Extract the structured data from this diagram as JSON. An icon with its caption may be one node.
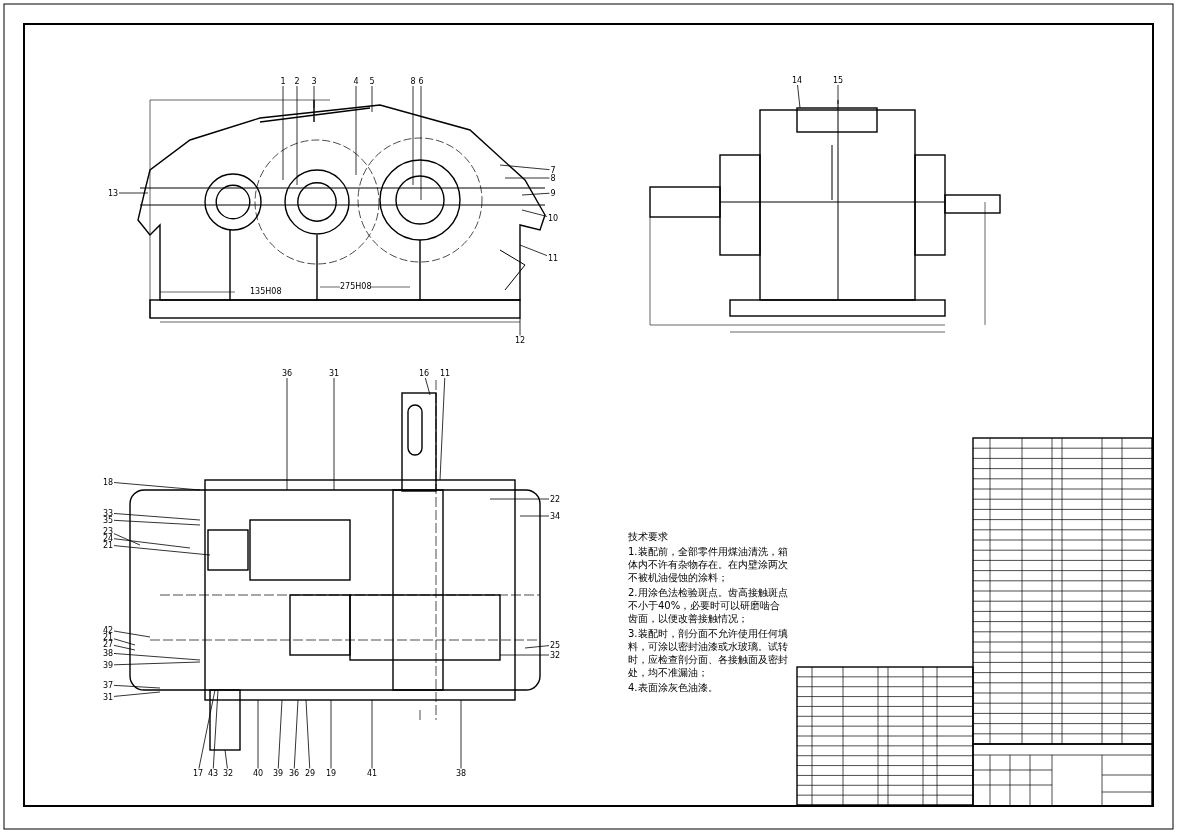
{
  "diagram": {
    "nodes": [
      {
        "text": [
          "1"
        ]
      },
      {
        "text": [
          "2"
        ]
      },
      {
        "text": [
          "3"
        ]
      },
      {
        "text": [
          "4"
        ]
      },
      {
        "text": [
          "5"
        ]
      },
      {
        "text": [
          "8"
        ]
      },
      {
        "text": [
          "6"
        ]
      },
      {
        "text": [
          "7"
        ]
      },
      {
        "text": [
          "8"
        ]
      },
      {
        "text": [
          "9"
        ]
      },
      {
        "text": [
          "10"
        ]
      },
      {
        "text": [
          "11"
        ]
      },
      {
        "text": [
          "12"
        ]
      },
      {
        "text": [
          "13"
        ]
      },
      {
        "text": [
          "14"
        ]
      },
      {
        "text": [
          "15"
        ]
      },
      {
        "text": [
          "36"
        ]
      },
      {
        "text": [
          "31"
        ]
      },
      {
        "text": [
          "16"
        ]
      },
      {
        "text": [
          "11"
        ]
      },
      {
        "text": [
          "18"
        ]
      },
      {
        "text": [
          "33"
        ]
      },
      {
        "text": [
          "35"
        ]
      },
      {
        "text": [
          "23"
        ]
      },
      {
        "text": [
          "24"
        ]
      },
      {
        "text": [
          "21"
        ]
      },
      {
        "text": [
          "42"
        ]
      },
      {
        "text": [
          "21"
        ]
      },
      {
        "text": [
          "27"
        ]
      },
      {
        "text": [
          "38"
        ]
      },
      {
        "text": [
          "39"
        ]
      },
      {
        "text": [
          "37"
        ]
      },
      {
        "text": [
          "31"
        ]
      },
      {
        "text": [
          "22"
        ]
      },
      {
        "text": [
          "34"
        ]
      },
      {
        "text": [
          "25"
        ]
      },
      {
        "text": [
          "32"
        ]
      },
      {
        "text": [
          "17"
        ]
      },
      {
        "text": [
          "43"
        ]
      },
      {
        "text": [
          "32"
        ]
      },
      {
        "text": [
          "40"
        ]
      },
      {
        "text": [
          "39"
        ]
      },
      {
        "text": [
          "36"
        ]
      },
      {
        "text": [
          "29"
        ]
      },
      {
        "text": [
          "19"
        ]
      },
      {
        "text": [
          "41"
        ]
      },
      {
        "text": [
          "38"
        ]
      }
    ],
    "edges": [
      {
        "from": 0,
        "to": null,
        "arrow": "none"
      },
      {
        "from": 1,
        "to": null,
        "arrow": "none"
      },
      {
        "from": 2,
        "to": null,
        "arrow": "none"
      },
      {
        "from": 3,
        "to": null,
        "arrow": "none"
      },
      {
        "from": 4,
        "to": null,
        "arrow": "none"
      },
      {
        "from": 5,
        "to": null,
        "arrow": "none"
      },
      {
        "from": 6,
        "to": null,
        "arrow": "none"
      },
      {
        "from": 7,
        "to": null,
        "arrow": "none"
      },
      {
        "from": 8,
        "to": null,
        "arrow": "none"
      },
      {
        "from": 9,
        "to": null,
        "arrow": "none"
      },
      {
        "from": 10,
        "to": null,
        "arrow": "none"
      },
      {
        "from": 11,
        "to": null,
        "arrow": "none"
      },
      {
        "from": 12,
        "to": null,
        "arrow": "none"
      },
      {
        "from": 13,
        "to": null,
        "arrow": "none"
      },
      {
        "from": 14,
        "to": null,
        "arrow": "none"
      },
      {
        "from": 15,
        "to": null,
        "arrow": "none"
      },
      {
        "from": 16,
        "to": null,
        "arrow": "none"
      },
      {
        "from": 17,
        "to": null,
        "arrow": "none"
      },
      {
        "from": 18,
        "to": null,
        "arrow": "none"
      },
      {
        "from": 19,
        "to": null,
        "arrow": "none"
      },
      {
        "from": 20,
        "to": null,
        "arrow": "none"
      },
      {
        "from": 21,
        "to": null,
        "arrow": "none"
      },
      {
        "from": 22,
        "to": null,
        "arrow": "none"
      },
      {
        "from": 23,
        "to": null,
        "arrow": "none"
      },
      {
        "from": 24,
        "to": null,
        "arrow": "none"
      },
      {
        "from": 25,
        "to": null,
        "arrow": "none"
      },
      {
        "from": 26,
        "to": null,
        "arrow": "none"
      },
      {
        "from": 27,
        "to": null,
        "arrow": "none"
      },
      {
        "from": 28,
        "to": null,
        "arrow": "none"
      },
      {
        "from": 29,
        "to": null,
        "arrow": "none"
      },
      {
        "from": 30,
        "to": null,
        "arrow": "none"
      },
      {
        "from": 31,
        "to": null,
        "arrow": "none"
      },
      {
        "from": 32,
        "to": null,
        "arrow": "none"
      },
      {
        "from": 33,
        "to": null,
        "arrow": "none"
      },
      {
        "from": 34,
        "to": null,
        "arrow": "none"
      },
      {
        "from": 35,
        "to": null,
        "arrow": "none"
      },
      {
        "from": 36,
        "to": null,
        "arrow": "none"
      },
      {
        "from": 37,
        "to": null,
        "arrow": "none"
      },
      {
        "from": 38,
        "to": null,
        "arrow": "none"
      },
      {
        "from": 39,
        "to": null,
        "arrow": "none"
      },
      {
        "from": 40,
        "to": null,
        "arrow": "none"
      },
      {
        "from": 41,
        "to": null,
        "arrow": "none"
      },
      {
        "from": 42,
        "to": null,
        "arrow": "none"
      },
      {
        "from": 43,
        "to": null,
        "arrow": "none"
      },
      {
        "from": 44,
        "to": null,
        "arrow": "none"
      },
      {
        "from": 45,
        "to": null,
        "arrow": "none"
      },
      {
        "from": 46,
        "to": null,
        "arrow": "none"
      }
    ],
    "labels": [
      "135H08",
      "275H08",
      "技术要求",
      "1.装配前，全部零件用煤油清洗，箱体内不许有杂物存在。在内壁涂两次不被机油侵蚀的涂料；",
      "2.用涂色法检验斑点。齿高接触斑点不小于40%，必要时可以研磨啮合齿面，以便改善接触情况；",
      "3.装配时，剖分面不允许使用任何填料，可涂以密封油漆或水玻璃。试转时，应检查剖分面、各接触面及密封处，均不准漏油；",
      "4.表面涂灰色油漆。"
    ]
  }
}
